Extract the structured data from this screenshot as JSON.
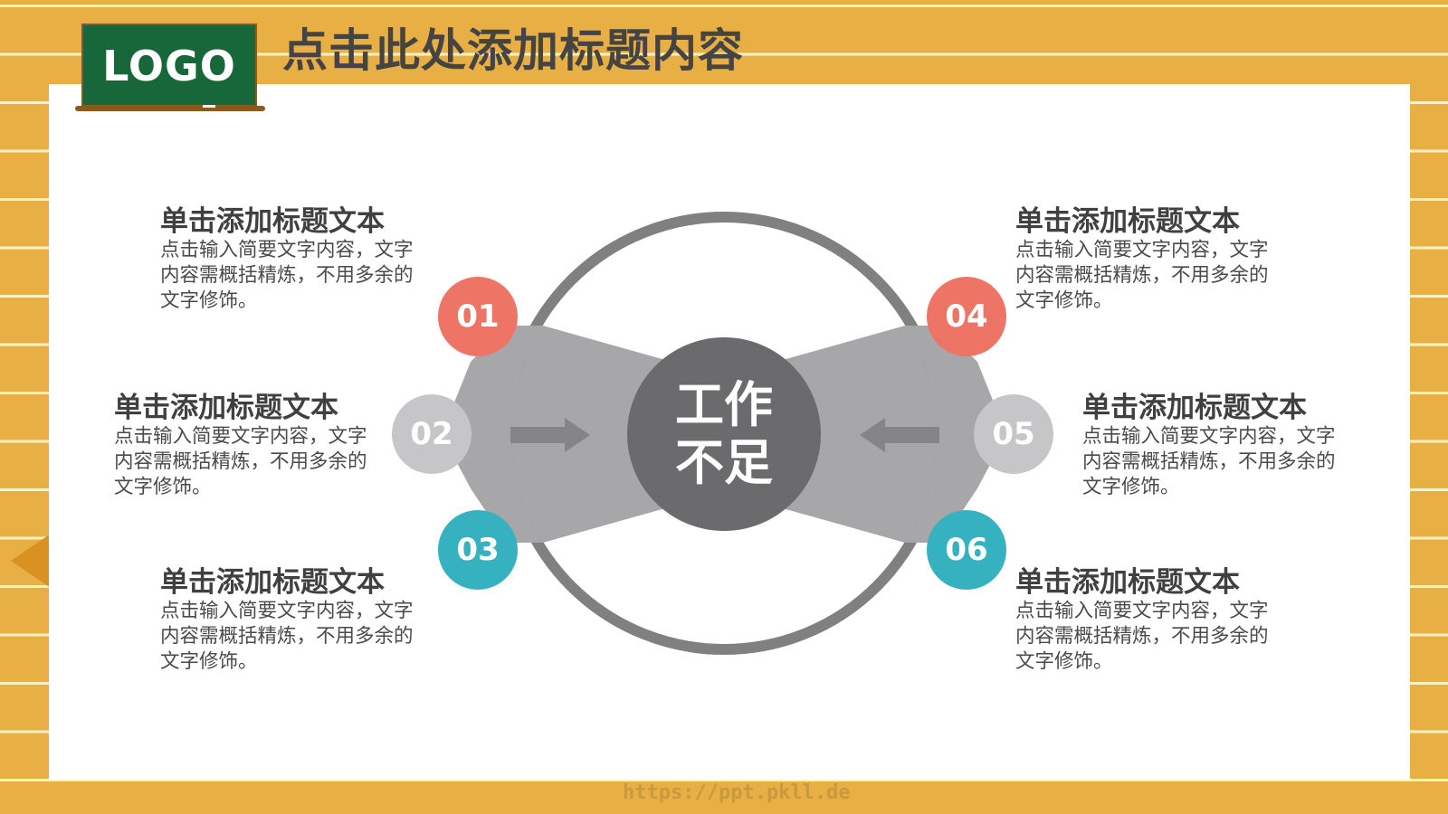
{
  "slide": {
    "title": "点击此处添加标题内容",
    "logo_text": "LOGO",
    "footer_watermark": "https://ppt.pkll.de"
  },
  "colors": {
    "background_orange": "#e8af45",
    "stripe": "#fff3c4",
    "panel": "#ffffff",
    "logo_board": "#17673a",
    "logo_frame": "#8a5a22",
    "title_text": "#444444",
    "ring": "#808080",
    "wedge": "#a7a6a8",
    "center": "#6b6a6c",
    "arrow": "#858487",
    "coral": "#ee7565",
    "light_gray": "#c6c6c8",
    "teal": "#36b1c0"
  },
  "diagram": {
    "center_label_line1": "工作",
    "center_label_line2": "不足",
    "left_arrow_icon": "arrow-right-icon",
    "right_arrow_icon": "arrow-left-icon",
    "nodes": [
      {
        "number": "01",
        "color": "#ee7565"
      },
      {
        "number": "02",
        "color": "#c6c6c8"
      },
      {
        "number": "03",
        "color": "#36b1c0"
      },
      {
        "number": "04",
        "color": "#ee7565"
      },
      {
        "number": "05",
        "color": "#c6c6c8"
      },
      {
        "number": "06",
        "color": "#36b1c0"
      }
    ]
  },
  "items": [
    {
      "title": "单击添加标题文本",
      "body": "点击输入简要文字内容，文字内容需概括精炼，不用多余的文字修饰。"
    },
    {
      "title": "单击添加标题文本",
      "body": "点击输入简要文字内容，文字内容需概括精炼，不用多余的文字修饰。"
    },
    {
      "title": "单击添加标题文本",
      "body": "点击输入简要文字内容，文字内容需概括精炼，不用多余的文字修饰。"
    },
    {
      "title": "单击添加标题文本",
      "body": "点击输入简要文字内容，文字内容需概括精炼，不用多余的文字修饰。"
    },
    {
      "title": "单击添加标题文本",
      "body": "点击输入简要文字内容，文字内容需概括精炼，不用多余的文字修饰。"
    },
    {
      "title": "单击添加标题文本",
      "body": "点击输入简要文字内容，文字内容需概括精炼，不用多余的文字修饰。"
    }
  ]
}
